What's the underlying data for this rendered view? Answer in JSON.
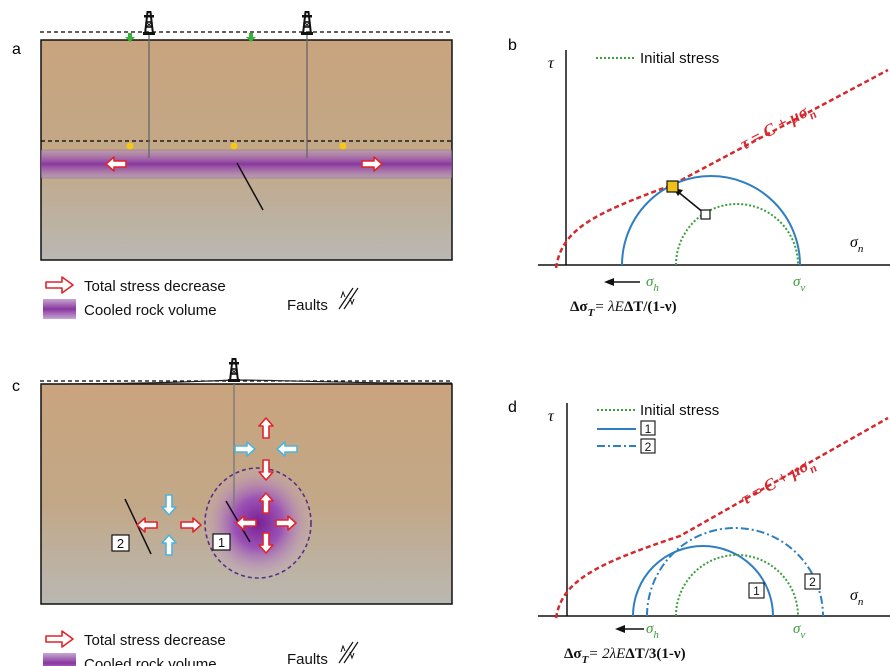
{
  "colors": {
    "crust_top": "#c9a47e",
    "crust_bottom": "#b9b9b5",
    "cooled": "#8e3da3",
    "red_arrow": "#e0242b",
    "blue_arrow": "#4db3dd",
    "mohr_blue": "#2f7fc0",
    "initial_green": "#3a9e3a",
    "failure_red": "#d42a2f",
    "marker_yellow": "#f2c01a"
  },
  "panels": {
    "a": {
      "label": "a"
    },
    "b": {
      "label": "b",
      "tau": "τ",
      "sigma_n": "σ",
      "sigma_n_sub": "n",
      "legend_initial": "Initial stress",
      "failure_lhs": "τ = C + μσ",
      "failure_sub": "n",
      "sigma_h": "σ",
      "sigma_h_sub": "h",
      "sigma_v": "σ",
      "sigma_v_sub": "v",
      "formula_prefix": "Δσ",
      "formula_sub": "T",
      "formula_mid": "= λE",
      "formula_bold": "ΔT/(1-ν)"
    },
    "c": {
      "label": "c",
      "fault1": "1",
      "fault2": "2"
    },
    "d": {
      "label": "d",
      "tau": "τ",
      "sigma_n": "σ",
      "sigma_n_sub": "n",
      "legend_initial": "Initial stress",
      "legend_1": "1",
      "legend_2": "2",
      "failure_lhs": "τ = C + μσ",
      "failure_sub": "n",
      "sigma_h": "σ",
      "sigma_h_sub": "h",
      "sigma_v": "σ",
      "sigma_v_sub": "v",
      "box_1": "1",
      "box_2": "2",
      "formula_prefix": "Δσ",
      "formula_sub": "T",
      "formula_mid": "= 2λE",
      "formula_bold": "ΔT/3(1-ν)"
    }
  },
  "legend": {
    "stress_decrease": "Total stress decrease",
    "cooled_volume": "Cooled rock volume",
    "faults": "Faults"
  }
}
